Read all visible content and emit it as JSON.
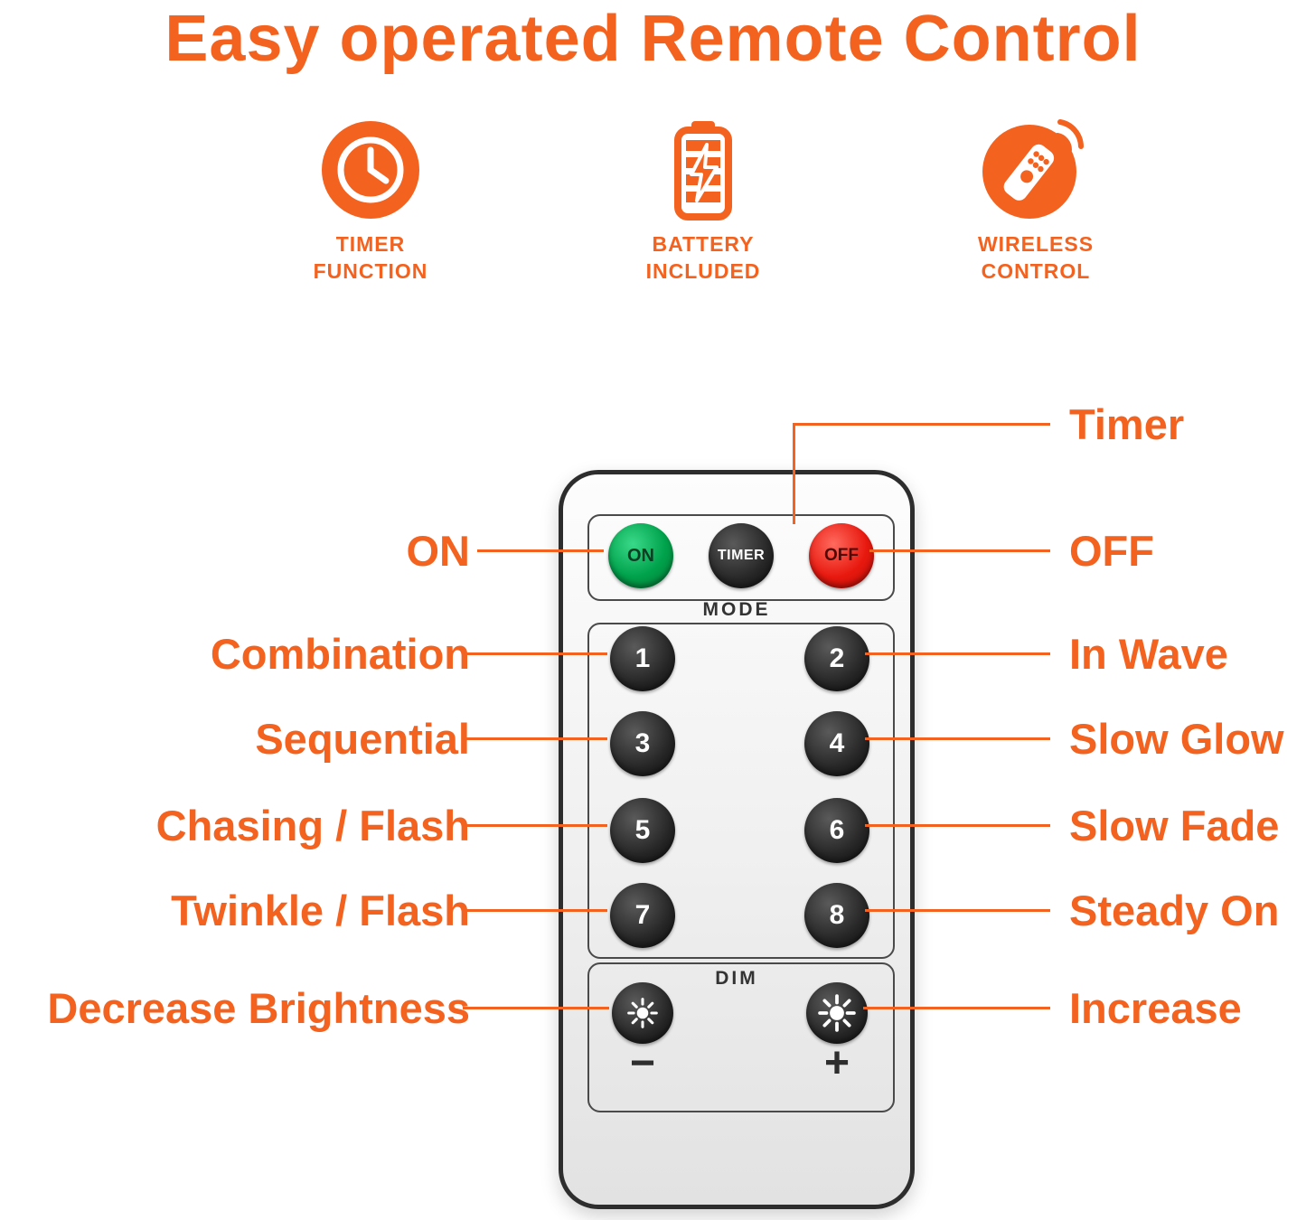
{
  "title": "Easy operated Remote Control",
  "features": [
    {
      "icon": "timer-clock-icon",
      "line1": "TIMER",
      "line2": "FUNCTION"
    },
    {
      "icon": "battery-icon",
      "line1": "BATTERY",
      "line2": "INCLUDED"
    },
    {
      "icon": "wireless-remote-icon",
      "line1": "WIRELESS",
      "line2": "CONTROL"
    }
  ],
  "remote": {
    "on_label": "ON",
    "timer_label": "TIMER",
    "off_label": "OFF",
    "mode_label": "MODE",
    "mode_buttons": [
      "1",
      "2",
      "3",
      "4",
      "5",
      "6",
      "7",
      "8"
    ],
    "dim_label": "DIM",
    "decrease_symbol": "−",
    "increase_symbol": "+"
  },
  "annotations": {
    "timer": "Timer",
    "left": [
      "ON",
      "Combination",
      "Sequential",
      "Chasing / Flash",
      "Twinkle / Flash",
      "Decrease Brightness"
    ],
    "right": [
      "OFF",
      "In Wave",
      "Slow Glow",
      "Slow Fade",
      "Steady On",
      "Increase"
    ]
  },
  "colors": {
    "accent": "#F4621F",
    "on_button_green": "#00A14B",
    "off_button_red": "#E8190F",
    "dark_button": "#262626",
    "remote_body": "#F2F2F2"
  }
}
